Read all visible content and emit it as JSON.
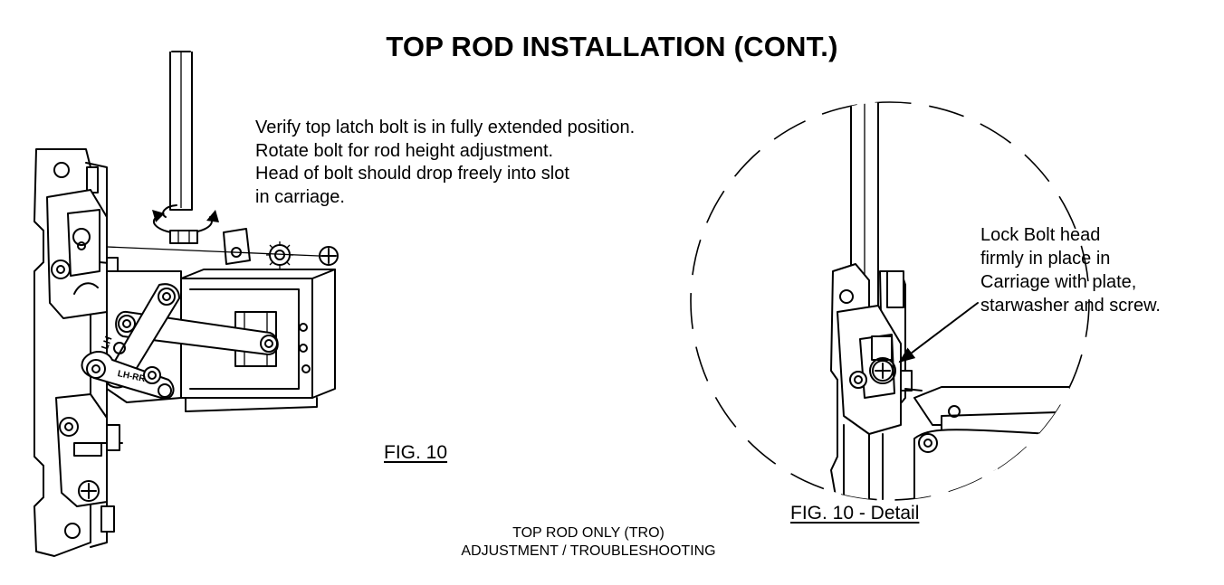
{
  "title": "TOP ROD INSTALLATION (CONT.)",
  "instructions": [
    "Verify top latch bolt is in fully extended position.",
    "Rotate bolt for rod height adjustment.",
    "Head of bolt should drop freely into slot",
    "in carriage."
  ],
  "detail_callout": [
    "Lock Bolt head",
    "firmly in place in",
    "Carriage with plate,",
    "starwasher and screw."
  ],
  "figure_labels": {
    "main": "FIG. 10",
    "detail": "FIG. 10 - Detail"
  },
  "footer": {
    "line1": "TOP ROD ONLY (TRO)",
    "line2": "ADJUSTMENT / TROUBLESHOOTING"
  },
  "part_markings": {
    "lh": "LH",
    "lhrr": "LH-RR"
  }
}
